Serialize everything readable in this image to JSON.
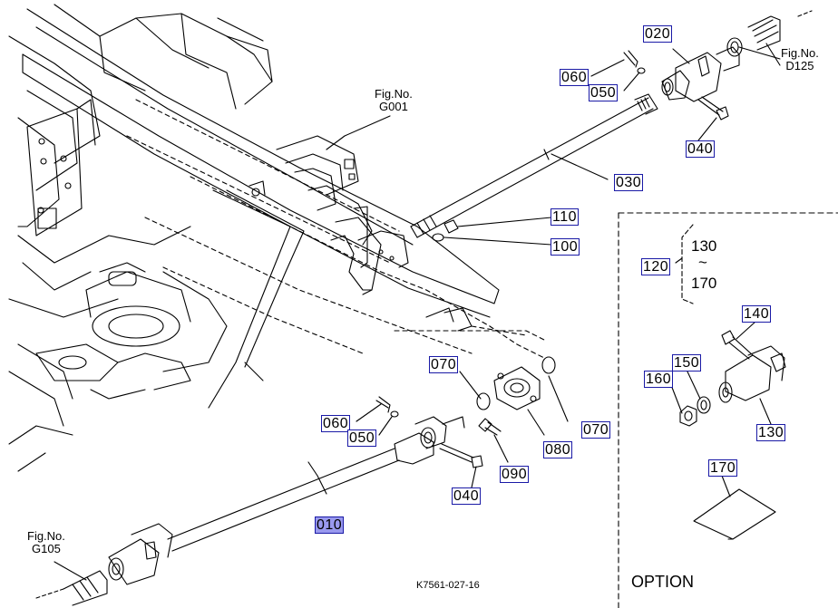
{
  "diagram": {
    "drawing_code": "K7561-027-16",
    "option_label": "OPTION",
    "range_top": "130",
    "range_tilde": "~",
    "range_bottom": "170",
    "active_color": "#9999ee",
    "label_border_color": "#1a1aa6"
  },
  "figure_refs": {
    "g001": {
      "line1": "Fig.No.",
      "line2": "G001"
    },
    "d125": {
      "line1": "Fig.No.",
      "line2": "D125"
    },
    "g105": {
      "line1": "Fig.No.",
      "line2": "G105"
    }
  },
  "callouts": {
    "c010": "010",
    "c020": "020",
    "c030": "030",
    "c040_top": "040",
    "c040_bottom": "040",
    "c050_top": "050",
    "c050_bottom": "050",
    "c060_top": "060",
    "c060_bottom": "060",
    "c070_left": "070",
    "c070_right": "070",
    "c080": "080",
    "c090": "090",
    "c100": "100",
    "c110": "110",
    "c120": "120",
    "c130": "130",
    "c140": "140",
    "c150": "150",
    "c160": "160",
    "c170": "170"
  }
}
